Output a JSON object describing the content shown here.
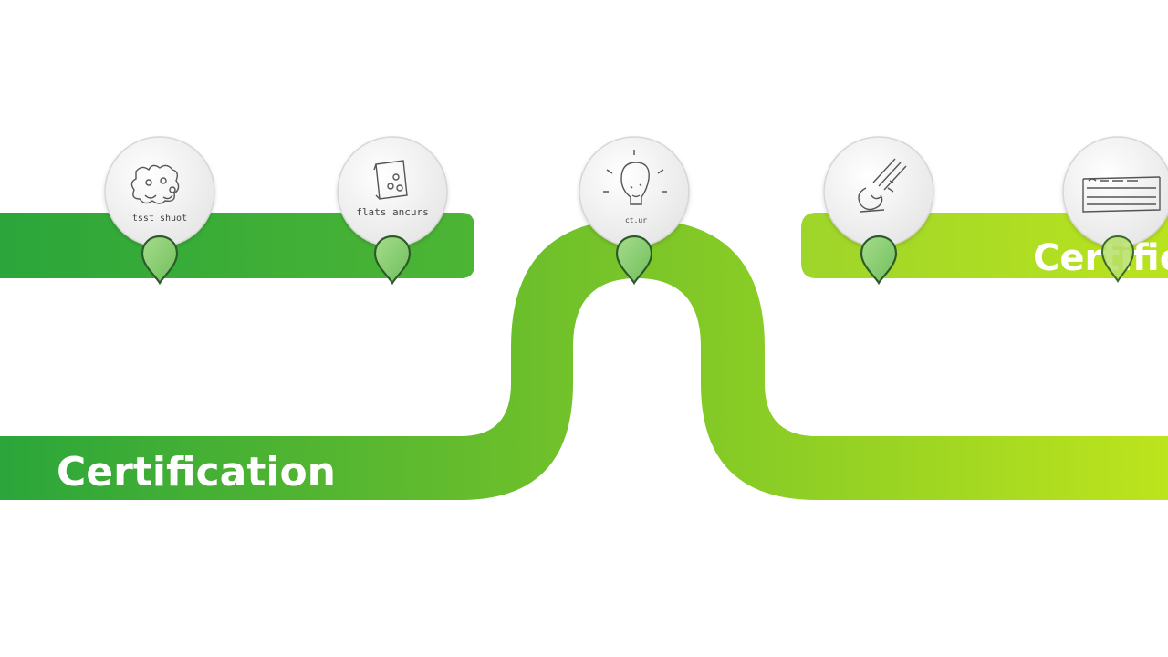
{
  "diagram": {
    "type": "roadmap-path",
    "colors": {
      "background": "#ffffff",
      "path_start": "#2ba63a",
      "path_mid": "#6cbf2b",
      "path_end": "#bde41d",
      "top_left_bar_start": "#2ba63a",
      "top_left_bar_end": "#4db534",
      "top_right_bar_start": "#9ed52a",
      "top_right_bar_end": "#b9e31e",
      "pin_fill": "#8fd07a",
      "pin_stroke": "#2d5a2a",
      "circle_fill": "#f3f3f3",
      "circle_stroke": "#d9d9d9",
      "text": "#ffffff"
    },
    "labels": {
      "bottom_path_label": "Certification",
      "top_right_bar_label": "Certific"
    },
    "milestones": [
      {
        "id": 1,
        "icon": "sketch-group-icon",
        "caption": "tsst shuot"
      },
      {
        "id": 2,
        "icon": "sketch-document-icon",
        "caption": "flats ancurs"
      },
      {
        "id": 3,
        "icon": "sketch-lightbulb-icon",
        "caption": "ct.ur"
      },
      {
        "id": 4,
        "icon": "sketch-tools-icon",
        "caption": ""
      },
      {
        "id": 5,
        "icon": "sketch-certificate-icon",
        "caption": ""
      }
    ]
  }
}
